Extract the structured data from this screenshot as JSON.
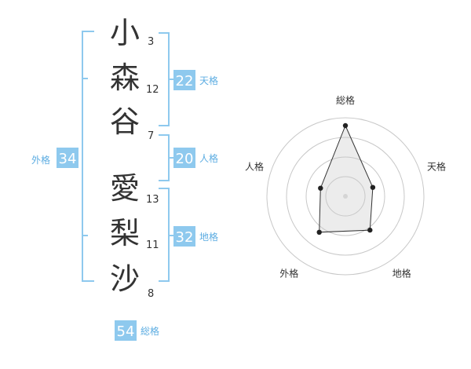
{
  "name_chars": [
    {
      "char": "小",
      "strokes": 3
    },
    {
      "char": "森",
      "strokes": 12
    },
    {
      "char": "谷",
      "strokes": 7
    },
    {
      "char": "愛",
      "strokes": 13
    },
    {
      "char": "梨",
      "strokes": 11
    },
    {
      "char": "沙",
      "strokes": 8
    }
  ],
  "scores": {
    "tenkaku": {
      "value": 22,
      "label": "天格"
    },
    "jinkaku": {
      "value": 20,
      "label": "人格"
    },
    "chikaku": {
      "value": 32,
      "label": "地格"
    },
    "gaikaku": {
      "value": 34,
      "label": "外格"
    },
    "soukaku": {
      "value": 54,
      "label": "総格"
    }
  },
  "chart_data": {
    "type": "radar",
    "axes": [
      "総格",
      "天格",
      "地格",
      "外格",
      "人格"
    ],
    "values": [
      54,
      22,
      32,
      34,
      20
    ],
    "levels": 4,
    "grid": true
  }
}
